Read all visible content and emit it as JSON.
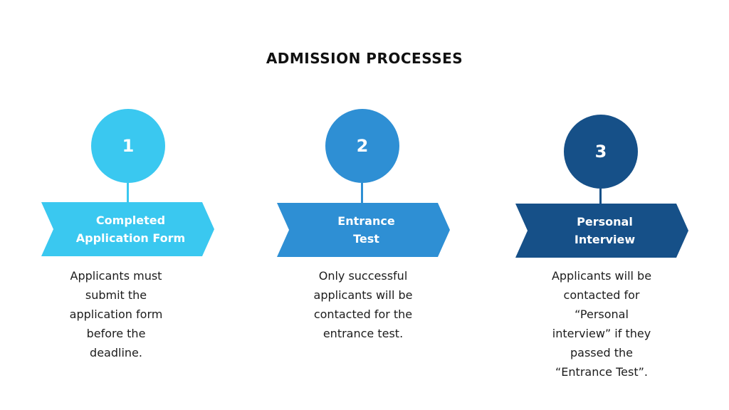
{
  "title": "ADMISSION PROCESSES",
  "steps": [
    {
      "number": "1",
      "label": "Completed\nApplication Form",
      "description": "Applicants must\nsubmit the\napplication form\nbefore the\ndeadline.",
      "color": "#3ac8f0"
    },
    {
      "number": "2",
      "label": "Entrance\nTest",
      "description": "Only successful\napplicants will be\ncontacted for the\nentrance test.",
      "color": "#2e8fd4"
    },
    {
      "number": "3",
      "label": "Personal\nInterview",
      "description": "Applicants will be\ncontacted for\n“Personal\ninterview” if they\npassed the\n“Entrance Test”.",
      "color": "#165088"
    }
  ]
}
